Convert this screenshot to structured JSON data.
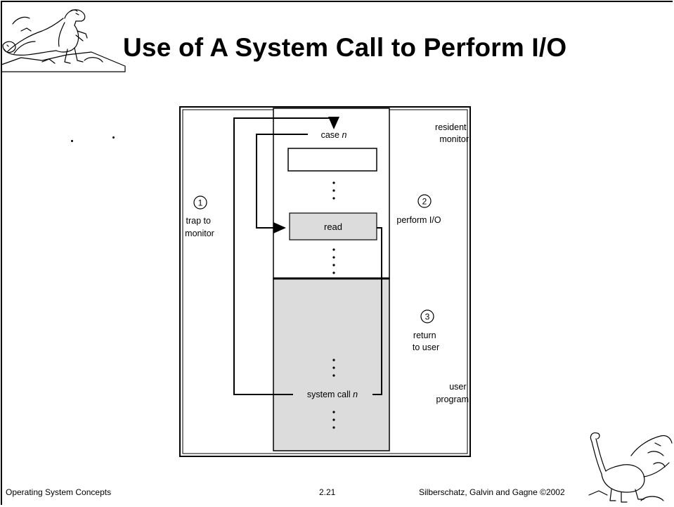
{
  "slide": {
    "title": "Use of A System Call to Perform I/O",
    "footer": {
      "left": "Operating System Concepts",
      "center": "2.21",
      "right": "Silberschatz, Galvin and Gagne ©2002"
    }
  },
  "diagram": {
    "case_label": "case",
    "case_var": "n",
    "read_label": "read",
    "syscall_label": "system call",
    "syscall_var": "n",
    "resident_monitor_line1": "resident",
    "resident_monitor_line2": "monitor",
    "user_program_line1": "user",
    "user_program_line2": "program",
    "steps": [
      {
        "number": "1",
        "line1": "trap to",
        "line2": "monitor"
      },
      {
        "number": "2",
        "line1": "perform I/O",
        "line2": ""
      },
      {
        "number": "3",
        "line1": "return",
        "line2": "to user"
      }
    ]
  },
  "icons": {
    "top_left": "dinosaur-mascot-icon",
    "bottom_right": "dinosaur-mascot-icon"
  }
}
